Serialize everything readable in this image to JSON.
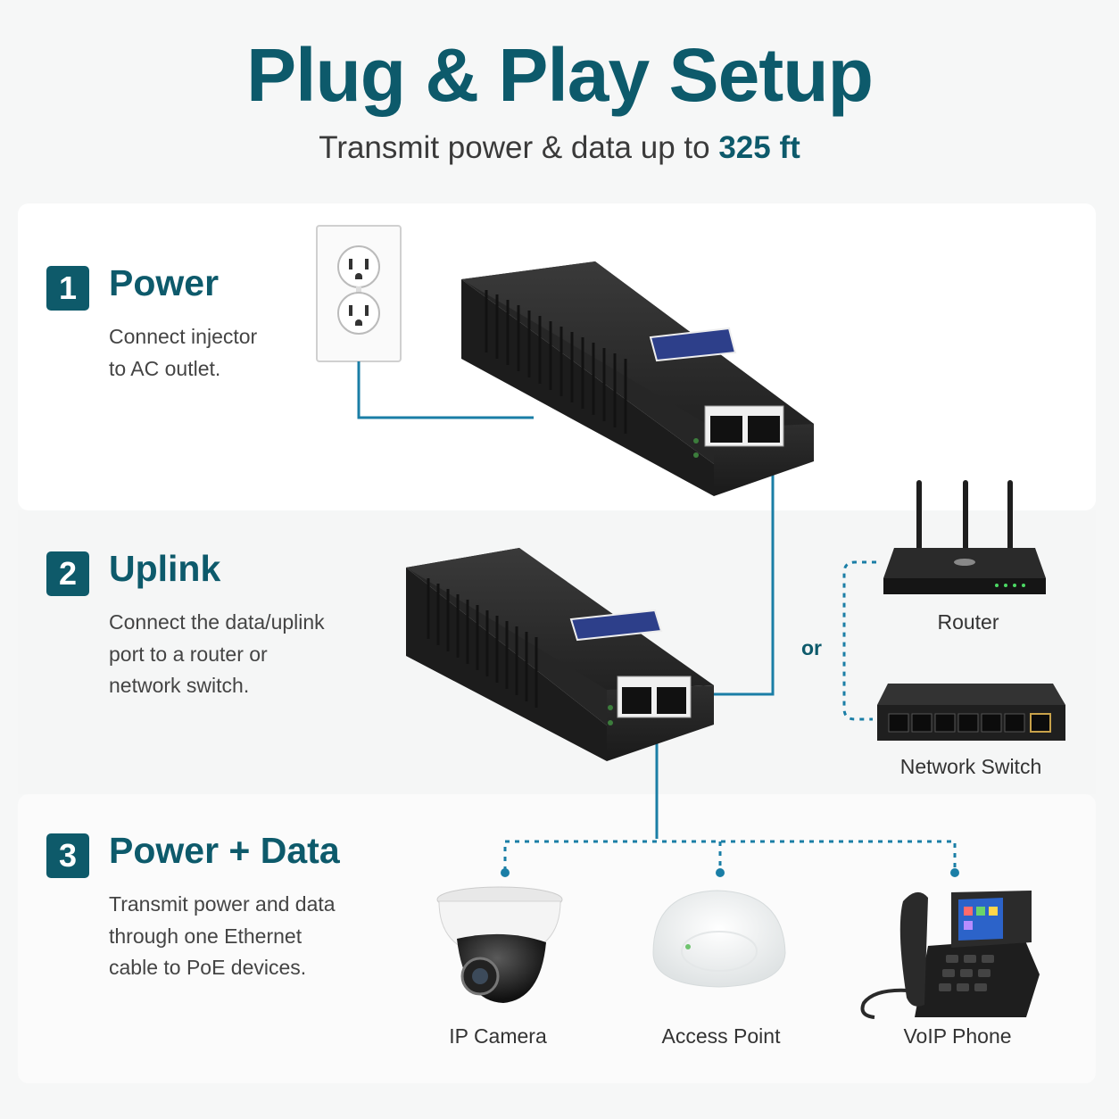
{
  "header": {
    "title": "Plug & Play Setup",
    "subtitle_prefix": "Transmit power & data up to ",
    "subtitle_highlight": "325 ft"
  },
  "steps": [
    {
      "number": "1",
      "title": "Power",
      "desc_lines": [
        "Connect injector",
        "to AC outlet."
      ]
    },
    {
      "number": "2",
      "title": "Uplink",
      "desc_lines": [
        "Connect the data/uplink",
        "port to a router or",
        "network switch."
      ]
    },
    {
      "number": "3",
      "title": "Power + Data",
      "desc_lines": [
        "Transmit power and data",
        "through one Ethernet",
        "cable to PoE devices."
      ]
    }
  ],
  "devices": {
    "router": "Router",
    "switch": "Network Switch",
    "or": "or",
    "camera": "IP Camera",
    "access_point": "Access Point",
    "voip_phone": "VoIP Phone"
  },
  "colors": {
    "brand": "#0d5a6b",
    "cable": "#1a7ea6",
    "device": "#2b2b2b"
  }
}
